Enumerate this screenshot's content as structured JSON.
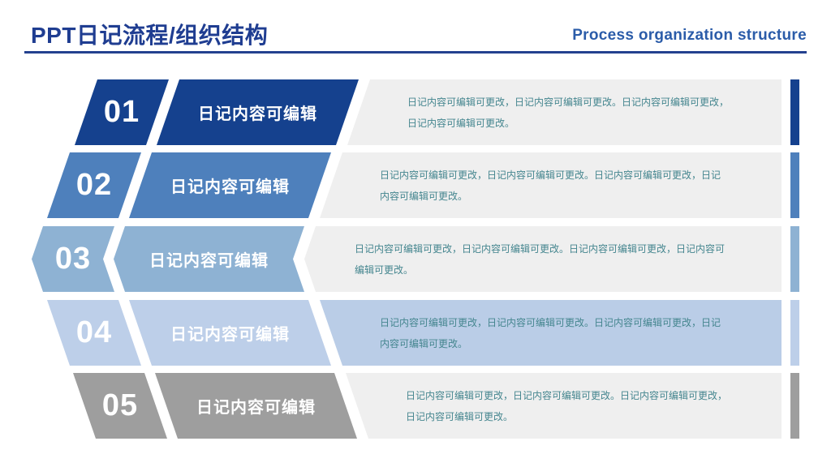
{
  "header": {
    "title": "PPT日记流程/组织结构",
    "subtitle": "Process organization structure",
    "title_color": "#1F3D91",
    "subtitle_color": "#2B5CA9",
    "rule_color": "#24418F"
  },
  "description_text_color": "#45868F",
  "rows": [
    {
      "number": "01",
      "label": "日记内容可编辑",
      "color": "#15418E",
      "desc_bg": "#EFEFEF",
      "desc_line1": "日记内容可编辑可更改，日记内容可编辑可更改。日记内容可编辑可更改，",
      "desc_line2": "日记内容可编辑可更改。"
    },
    {
      "number": "02",
      "label": "日记内容可编辑",
      "color": "#4E80BC",
      "desc_bg": "#EFEFEF",
      "desc_line1": "日记内容可编辑可更改，日记内容可编辑可更改。日记内容可编辑可更改，日记",
      "desc_line2": "内容可编辑可更改。"
    },
    {
      "number": "03",
      "label": "日记内容可编辑",
      "color": "#8EB2D3",
      "desc_bg": "#EFEFEF",
      "desc_line1": "日记内容可编辑可更改，日记内容可编辑可更改。日记内容可编辑可更改，日记内容可",
      "desc_line2": "编辑可更改。"
    },
    {
      "number": "04",
      "label": "日记内容可编辑",
      "color": "#BDCFE9",
      "desc_bg": "#BACDE7",
      "desc_line1": "日记内容可编辑可更改，日记内容可编辑可更改。日记内容可编辑可更改，日记",
      "desc_line2": "内容可编辑可更改。"
    },
    {
      "number": "05",
      "label": "日记内容可编辑",
      "color": "#9E9E9E",
      "desc_bg": "#EFEFEF",
      "desc_line1": "日记内容可编辑可更改，日记内容可编辑可更改。日记内容可编辑可更改，",
      "desc_line2": "日记内容可编辑可更改。"
    }
  ]
}
